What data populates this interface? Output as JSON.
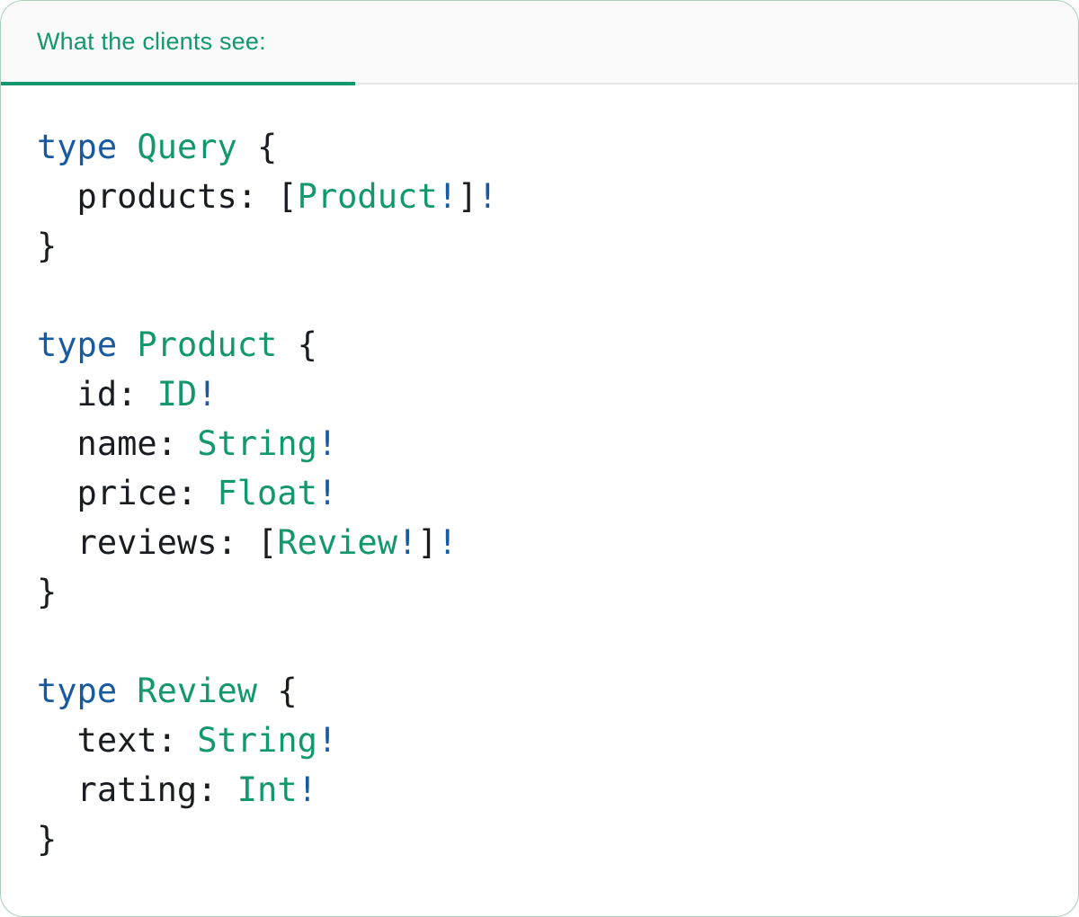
{
  "header": {
    "tab_label": "What the clients see:"
  },
  "colors": {
    "accent_green": "#12976f",
    "keyword_blue": "#175a9f",
    "text_dark": "#191c21",
    "header_bg": "#fafafa",
    "divider_gray": "#e7e7e7",
    "card_border": "#a9cfba",
    "card_bg": "#ffffff"
  },
  "code": {
    "lines": [
      {
        "tokens": [
          {
            "t": "keyword",
            "v": "type"
          },
          {
            "t": "plain",
            "v": " "
          },
          {
            "t": "type",
            "v": "Query"
          },
          {
            "t": "plain",
            "v": " {"
          }
        ]
      },
      {
        "tokens": [
          {
            "t": "plain",
            "v": "  products: ["
          },
          {
            "t": "type",
            "v": "Product"
          },
          {
            "t": "bang",
            "v": "!"
          },
          {
            "t": "plain",
            "v": "]"
          },
          {
            "t": "bang",
            "v": "!"
          }
        ]
      },
      {
        "tokens": [
          {
            "t": "plain",
            "v": "}"
          }
        ]
      },
      {
        "tokens": []
      },
      {
        "tokens": [
          {
            "t": "keyword",
            "v": "type"
          },
          {
            "t": "plain",
            "v": " "
          },
          {
            "t": "type",
            "v": "Product"
          },
          {
            "t": "plain",
            "v": " {"
          }
        ]
      },
      {
        "tokens": [
          {
            "t": "plain",
            "v": "  id: "
          },
          {
            "t": "type",
            "v": "ID"
          },
          {
            "t": "bang",
            "v": "!"
          }
        ]
      },
      {
        "tokens": [
          {
            "t": "plain",
            "v": "  name: "
          },
          {
            "t": "type",
            "v": "String"
          },
          {
            "t": "bang",
            "v": "!"
          }
        ]
      },
      {
        "tokens": [
          {
            "t": "plain",
            "v": "  price: "
          },
          {
            "t": "type",
            "v": "Float"
          },
          {
            "t": "bang",
            "v": "!"
          }
        ]
      },
      {
        "tokens": [
          {
            "t": "plain",
            "v": "  reviews: ["
          },
          {
            "t": "type",
            "v": "Review"
          },
          {
            "t": "bang",
            "v": "!"
          },
          {
            "t": "plain",
            "v": "]"
          },
          {
            "t": "bang",
            "v": "!"
          }
        ]
      },
      {
        "tokens": [
          {
            "t": "plain",
            "v": "}"
          }
        ]
      },
      {
        "tokens": []
      },
      {
        "tokens": [
          {
            "t": "keyword",
            "v": "type"
          },
          {
            "t": "plain",
            "v": " "
          },
          {
            "t": "type",
            "v": "Review"
          },
          {
            "t": "plain",
            "v": " {"
          }
        ]
      },
      {
        "tokens": [
          {
            "t": "plain",
            "v": "  text: "
          },
          {
            "t": "type",
            "v": "String"
          },
          {
            "t": "bang",
            "v": "!"
          }
        ]
      },
      {
        "tokens": [
          {
            "t": "plain",
            "v": "  rating: "
          },
          {
            "t": "type",
            "v": "Int"
          },
          {
            "t": "bang",
            "v": "!"
          }
        ]
      },
      {
        "tokens": [
          {
            "t": "plain",
            "v": "}"
          }
        ]
      }
    ]
  }
}
